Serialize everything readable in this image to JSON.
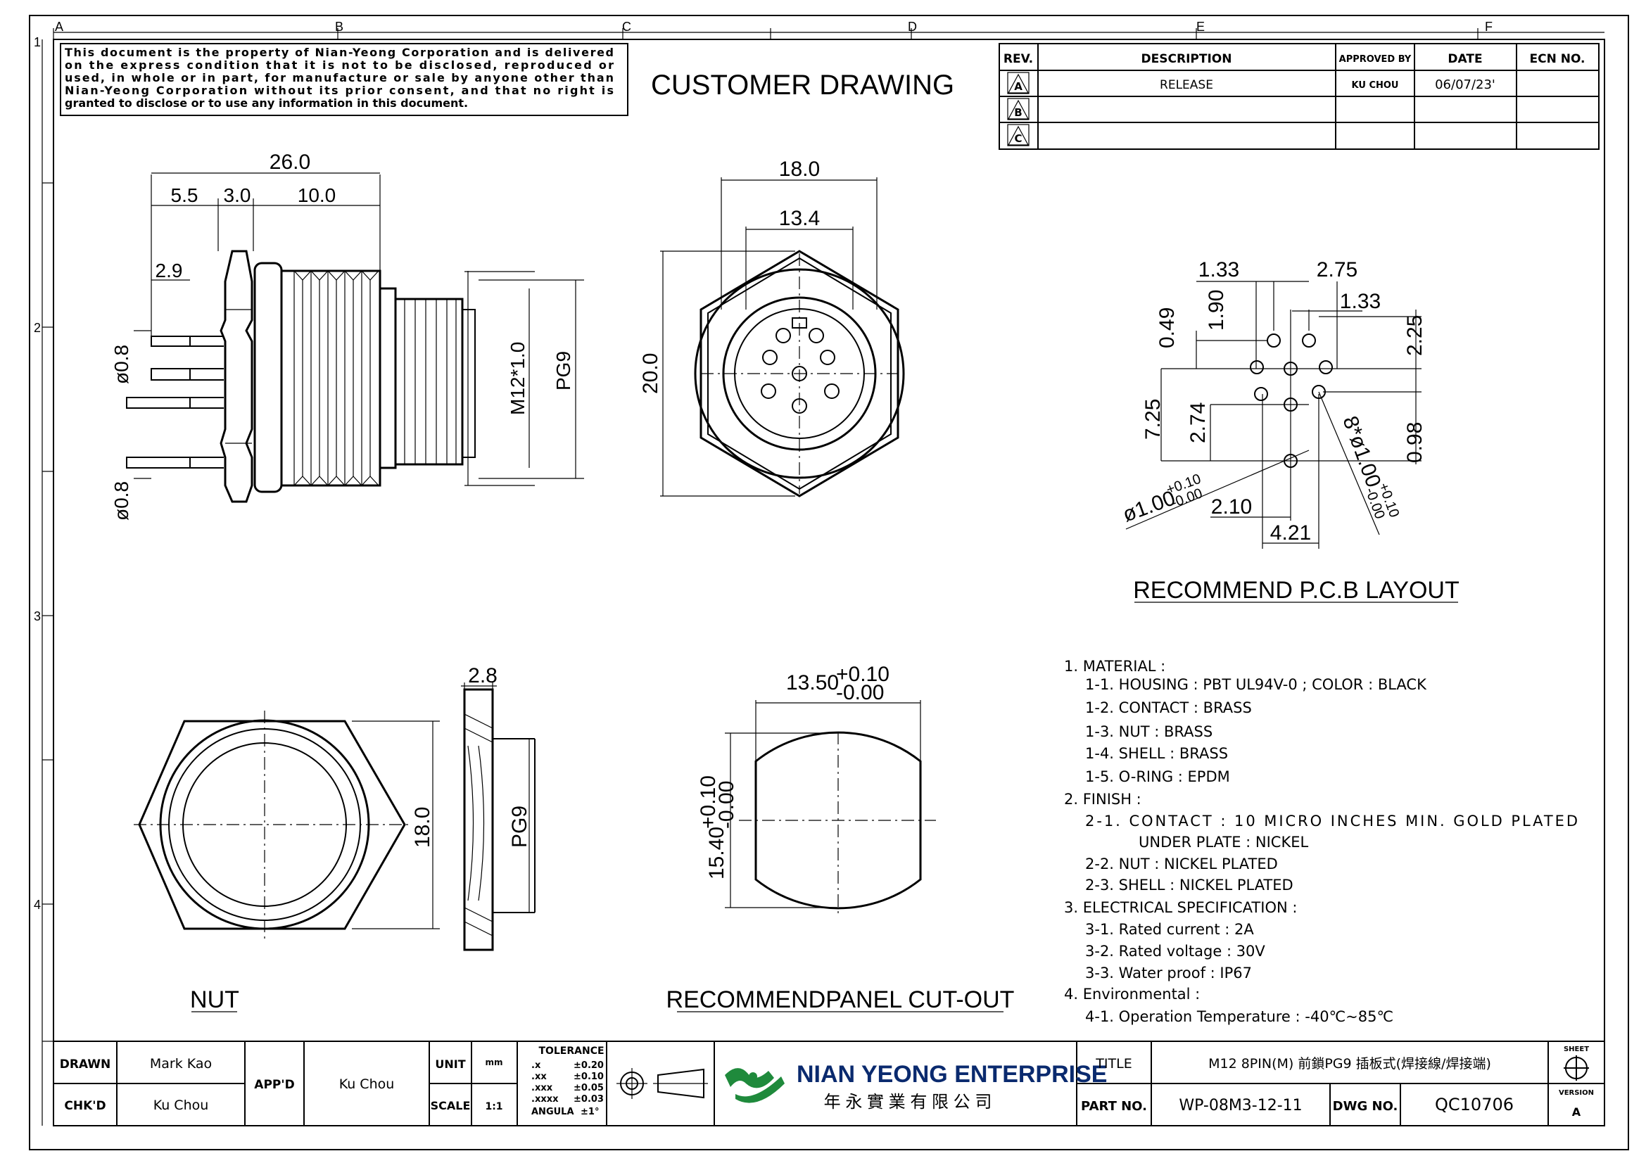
{
  "border": {
    "columns": [
      "A",
      "B",
      "C",
      "D",
      "E",
      "F"
    ],
    "rows": [
      "1",
      "2",
      "3",
      "4"
    ]
  },
  "notice": [
    "This document is the property of Nian-Yeong Corporation and is delivered",
    "on  the  express condition that it is not to be disclosed, reproduced or",
    "used, in whole or in part, for manufacture or sale by anyone other than",
    "Nian-Yeong Corporation without  its prior consent, and that  no right  is",
    "granted to disclose or to use any information in this  document."
  ],
  "drawing_title": "CUSTOMER  DRAWING",
  "revision_table": {
    "headers": {
      "rev": "REV.",
      "description": "DESCRIPTION",
      "approved": "APPROVED BY",
      "date": "DATE",
      "ecn": "ECN NO."
    },
    "rows": [
      {
        "rev": "A",
        "description": "RELEASE",
        "approved": "KU CHOU",
        "date": "06/07/23'",
        "ecn": ""
      },
      {
        "rev": "B",
        "description": "",
        "approved": "",
        "date": "",
        "ecn": ""
      },
      {
        "rev": "C",
        "description": "",
        "approved": "",
        "date": "",
        "ecn": ""
      }
    ]
  },
  "side_view": {
    "dims": {
      "overall": "26.0",
      "d1": "5.5",
      "d2": "3.0",
      "d3": "10.0",
      "pin": "2.9",
      "pin_dia_top": "ø0.8",
      "pin_dia_bottom": "ø0.8",
      "thread": "M12*1.0",
      "pg": "PG9"
    }
  },
  "front_view": {
    "dims": {
      "width": "18.0",
      "inner": "13.4",
      "height": "20.0"
    }
  },
  "pcb_layout": {
    "title": "RECOMMEND  P.C.B  LAYOUT",
    "dims": {
      "a": "1.33",
      "b": "2.75",
      "c": "1.33",
      "d": "1.90",
      "e": "0.49",
      "f": "2.25",
      "g": "7.25",
      "h": "2.74",
      "i": "0.98",
      "j": "2.10",
      "k": "4.21",
      "hole_big": "ø1.00",
      "hole_big_tol_plus": "+0.10",
      "hole_big_tol_minus": "-0.00",
      "holes_small": "8*ø1.00",
      "holes_small_tol_plus": "+0.10",
      "holes_small_tol_minus": "-0.00"
    }
  },
  "nut_view": {
    "title": "NUT",
    "dims": {
      "thickness": "2.8",
      "across": "18.0",
      "pg": "PG9"
    }
  },
  "panel_cutout": {
    "title": "RECOMMENDPANEL  CUT-OUT",
    "dims": {
      "width": "13.50",
      "width_plus": "+0.10",
      "width_minus": "-0.00",
      "height": "15.40",
      "height_plus": "+0.10",
      "height_minus": "-0.00"
    }
  },
  "spec_notes": [
    {
      "text": "1.  MATERIAL  :",
      "indent": 0
    },
    {
      "text": "1-1.  HOUSING  :  PBT  UL94V-0  ;  COLOR  :  BLACK",
      "indent": 1
    },
    {
      "text": "1-2.  CONTACT  :  BRASS",
      "indent": 1
    },
    {
      "text": "1-3.  NUT  :  BRASS",
      "indent": 1
    },
    {
      "text": "1-4.  SHELL  :  BRASS",
      "indent": 1
    },
    {
      "text": "1-5.  O-RING  :  EPDM",
      "indent": 1
    },
    {
      "text": "2.  FINISH  :",
      "indent": 0
    },
    {
      "text": "2-1.  CONTACT  :  10  MICRO  INCHES  MIN.  GOLD  PLATED",
      "indent": 1
    },
    {
      "text": "UNDER  PLATE  :  NICKEL",
      "indent": 2
    },
    {
      "text": "2-2.  NUT  :  NICKEL  PLATED",
      "indent": 1
    },
    {
      "text": "2-3.  SHELL  :  NICKEL  PLATED",
      "indent": 1
    },
    {
      "text": "3.  ELECTRICAL  SPECIFICATION  :",
      "indent": 0
    },
    {
      "text": "3-1.  Rated  current  :  2A",
      "indent": 1
    },
    {
      "text": "3-2.  Rated  voltage  :  30V",
      "indent": 1
    },
    {
      "text": "3-3.  Water  proof  :  IP67",
      "indent": 1
    },
    {
      "text": "4.  Environmental  :",
      "indent": 0
    },
    {
      "text": "4-1.  Operation  Temperature  :  -40℃~85℃",
      "indent": 1
    }
  ],
  "title_block": {
    "drawn_label": "DRAWN",
    "drawn": "Mark Kao",
    "chkd_label": "CHK'D",
    "chkd": "Ku Chou",
    "appd_label": "APP'D",
    "appd": "Ku Chou",
    "unit_label": "UNIT",
    "unit": "mm",
    "scale_label": "SCALE",
    "scale": "1:1",
    "tolerance": {
      "title": "TOLERANCE",
      "rows": [
        {
          "k": ".x",
          "v": "±0.20"
        },
        {
          "k": ".xx",
          "v": "±0.10"
        },
        {
          "k": ".xxx",
          "v": "±0.05"
        },
        {
          "k": ".xxxx",
          "v": "±0.03"
        },
        {
          "k": "ANGULA",
          "v": "±1°"
        }
      ]
    },
    "company": "NIAN YEONG ENTERPRISE",
    "company_cn": "年 永 實 業 有 限 公 司",
    "title_label": "TITLE",
    "title": "M12 8PIN(M) 前鎖PG9 插板式(焊接線/焊接端)",
    "part_label": "PART NO.",
    "part_no": "WP-08M3-12-11",
    "dwg_label": "DWG NO.",
    "dwg_no": "QC10706",
    "sheet_label": "SHEET",
    "version_label": "VERSION",
    "version": "A"
  }
}
